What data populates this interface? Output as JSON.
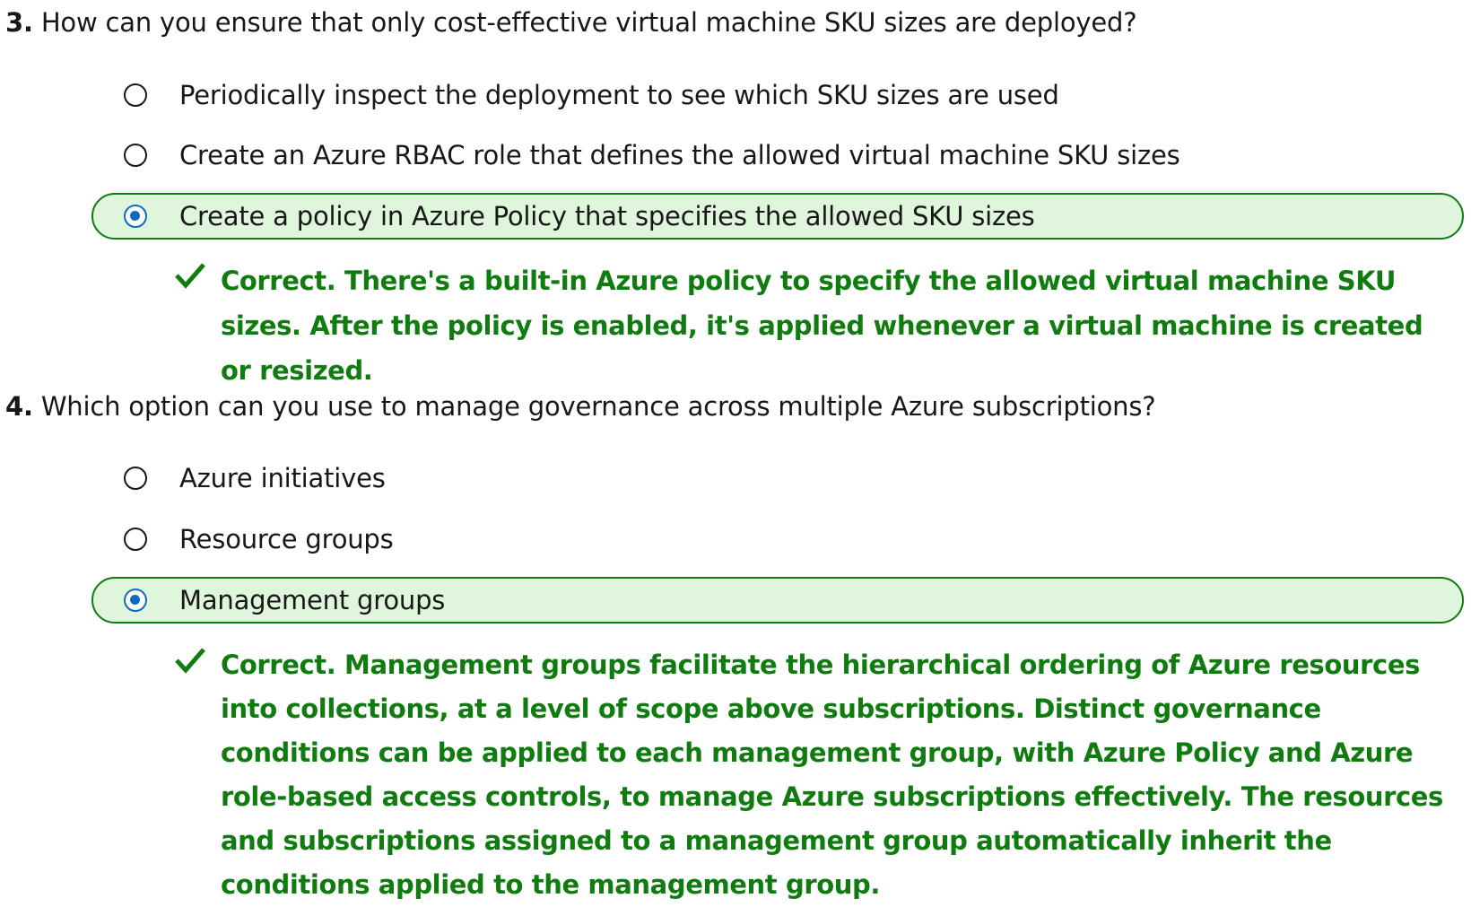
{
  "questions": [
    {
      "number": "3.",
      "text": "How can you ensure that only cost-effective virtual machine SKU sizes are deployed?",
      "options": [
        {
          "label": "Periodically inspect the deployment to see which SKU sizes are used",
          "selected": false
        },
        {
          "label": "Create an Azure RBAC role that defines the allowed virtual machine SKU sizes",
          "selected": false
        },
        {
          "label": "Create a policy in Azure Policy that specifies the allowed SKU sizes",
          "selected": true
        }
      ],
      "feedback": "Correct. There's a built-in Azure policy to specify the allowed virtual machine SKU sizes. After the policy is enabled, it's applied whenever a virtual machine is created or resized."
    },
    {
      "number": "4.",
      "text": "Which option can you use to manage governance across multiple Azure subscriptions?",
      "options": [
        {
          "label": "Azure initiatives",
          "selected": false
        },
        {
          "label": "Resource groups",
          "selected": false
        },
        {
          "label": "Management groups",
          "selected": true
        }
      ],
      "feedback": "Correct. Management groups facilitate the hierarchical ordering of Azure resources into collections, at a level of scope above subscriptions. Distinct governance conditions can be applied to each management group, with Azure Policy and Azure role-based access controls, to manage Azure subscriptions effectively. The resources and subscriptions assigned to a management group automatically inherit the conditions applied to the management group."
    }
  ],
  "colors": {
    "correct_green": "#107c10",
    "selected_bg": "#dff6dd",
    "radio_blue": "#0f6cbd",
    "text": "#171717"
  },
  "icons": {
    "radio": "radio-button-icon",
    "feedback": "checkmark-icon"
  }
}
